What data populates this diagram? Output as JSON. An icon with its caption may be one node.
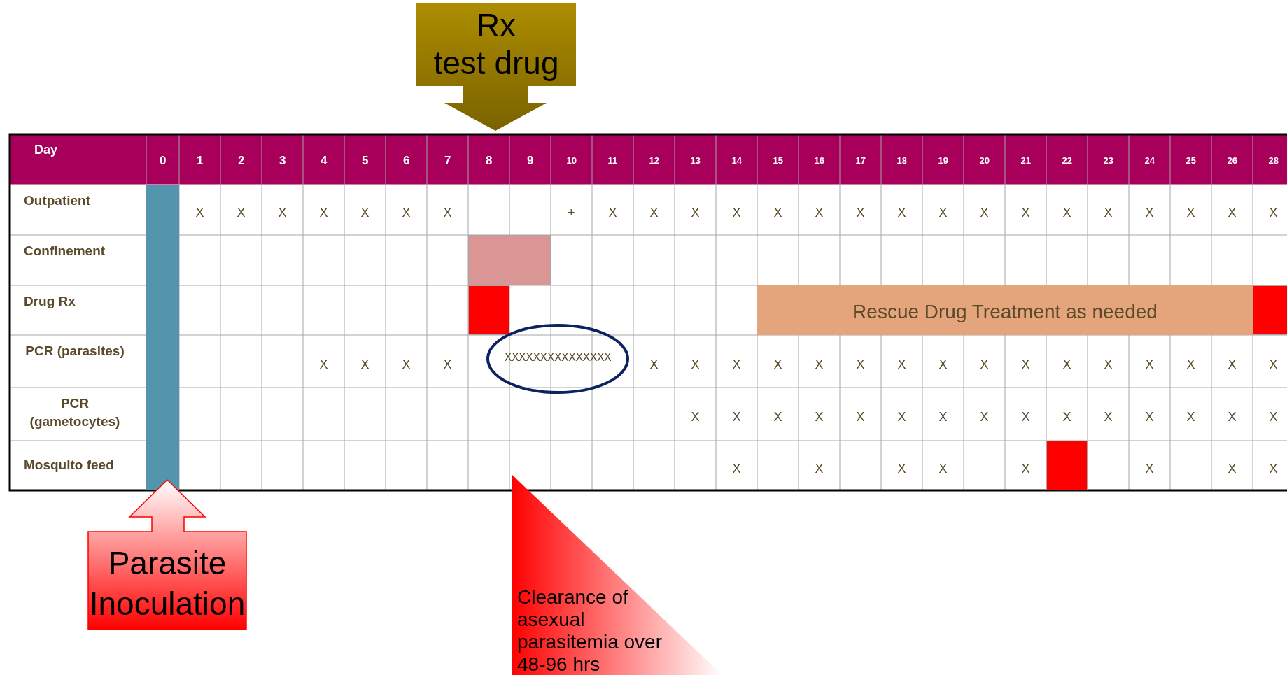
{
  "diagram": {
    "nodes": [
      {
        "text": [
          "Rx",
          "test drug"
        ]
      },
      {
        "text": [],
        "shape": "bar"
      },
      {
        "text": [],
        "shape": "box"
      },
      {
        "text": [],
        "shape": "box"
      },
      {
        "text": [
          "Rescue Drug Treatment as needed"
        ]
      },
      {
        "text": [],
        "shape": "box"
      },
      {
        "text": [
          "XXXXXXXXXXXXXXX"
        ]
      },
      {
        "text": [],
        "shape": "box"
      },
      {
        "text": [
          "Parasite Inoculation"
        ]
      },
      {
        "text": [
          "Clearance of asexual parasitemia over 48-96 hrs"
        ]
      }
    ],
    "labels": [
      "Day",
      "0",
      "1",
      "2",
      "3",
      "4",
      "5",
      "6",
      "7",
      "8",
      "9",
      "10",
      "11",
      "12",
      "13",
      "14",
      "15",
      "16",
      "17",
      "18",
      "19",
      "20",
      "21",
      "22",
      "23",
      "24",
      "25",
      "26",
      "28",
      "Outpatient",
      "X",
      "X",
      "X",
      "X",
      "X",
      "X",
      "X",
      "+",
      "X",
      "X",
      "X",
      "X",
      "X",
      "X",
      "X",
      "X",
      "X",
      "X",
      "X",
      "X",
      "X",
      "X",
      "X",
      "X",
      "X",
      "Confinement",
      "Drug Rx",
      "PCR (parasites)",
      "X",
      "X",
      "X",
      "X",
      "X",
      "X",
      "X",
      "X",
      "X",
      "X",
      "X",
      "X",
      "X",
      "X",
      "X",
      "X",
      "X",
      "X",
      "X",
      "X",
      "PCR (gametocytes)",
      "X",
      "X",
      "X",
      "X",
      "X",
      "X",
      "X",
      "X",
      "X",
      "X",
      "X",
      "X",
      "X",
      "X",
      "X",
      "Mosquito feed",
      "X",
      "X",
      "X",
      "X",
      "X",
      "X",
      "X",
      "X"
    ]
  }
}
